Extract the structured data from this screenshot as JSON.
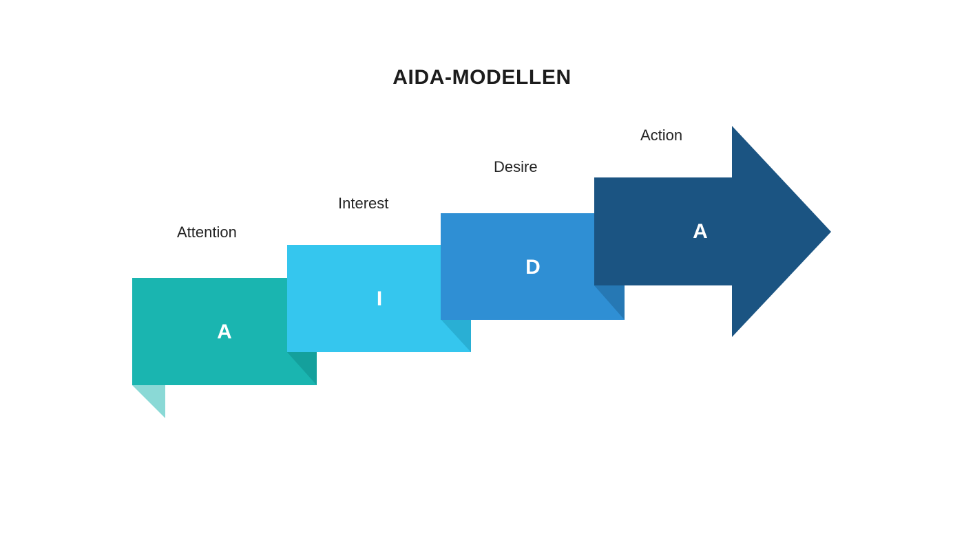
{
  "title": "AIDA-MODELLEN",
  "background_color": "#ffffff",
  "title_color": "#1c1c1c",
  "label_color": "#232323",
  "letter_color": "#ffffff",
  "chart_data": {
    "type": "diagram",
    "diagram_kind": "ascending-step-arrow-process",
    "title": "AIDA-MODELLEN",
    "step_count": 4,
    "direction": "left-to-right ascending",
    "steps": [
      {
        "label": "Attention",
        "letter": "A",
        "color": "#1ab5b0",
        "shadow_color": "#14a09c",
        "tail_color": "#8ad9d6",
        "order": 1,
        "shape": "rectangle-with-tail"
      },
      {
        "label": "Interest",
        "letter": "I",
        "color": "#35c6ee",
        "shadow_color": "#29afd4",
        "order": 2,
        "shape": "rectangle"
      },
      {
        "label": "Desire",
        "letter": "D",
        "color": "#2f8fd4",
        "shadow_color": "#2678b4",
        "order": 3,
        "shape": "rectangle"
      },
      {
        "label": "Action",
        "letter": "A",
        "color": "#1b5482",
        "order": 4,
        "shape": "arrow"
      }
    ]
  },
  "steps": [
    {
      "label": "Attention",
      "letter": "A"
    },
    {
      "label": "Interest",
      "letter": "I"
    },
    {
      "label": "Desire",
      "letter": "D"
    },
    {
      "label": "Action",
      "letter": "A"
    }
  ]
}
